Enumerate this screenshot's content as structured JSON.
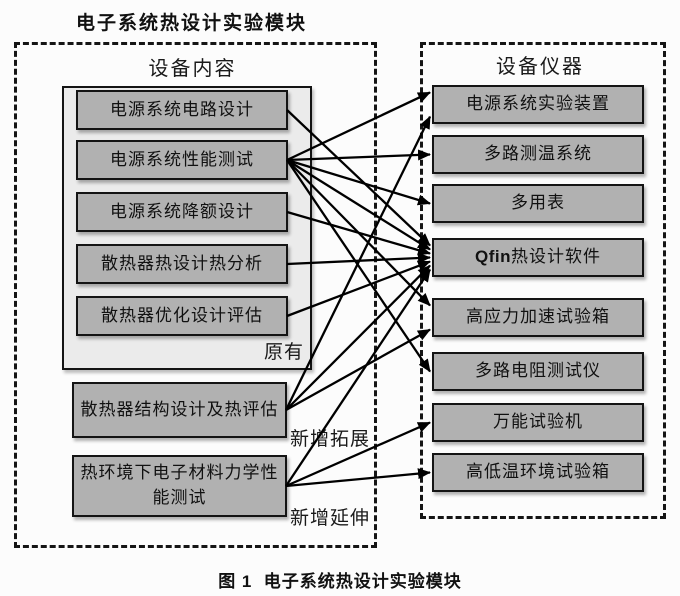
{
  "title": "电子系统热设计实验模块",
  "caption": "图 1  电子系统热设计实验模块",
  "left_panel": {
    "title": "设备内容",
    "original_group_label": "原有",
    "items": [
      {
        "id": "circuit-design",
        "label": "电源系统电路设计"
      },
      {
        "id": "performance-test",
        "label": "电源系统性能测试"
      },
      {
        "id": "derating-design",
        "label": "电源系统降额设计"
      },
      {
        "id": "thermal-analysis",
        "label": "散热器热设计热分析"
      },
      {
        "id": "optimization-eval",
        "label": "散热器优化设计评估"
      }
    ],
    "extension_item": {
      "id": "structure-design",
      "label": "散热器结构设计及热评估"
    },
    "extension_label": "新增拓展",
    "new_item": {
      "id": "material-test",
      "label": "热环境下电子材料力学性\n能测试"
    },
    "new_label": "新增延伸"
  },
  "right_panel": {
    "title": "设备仪器",
    "items": [
      {
        "id": "power-device",
        "label": "电源系统实验装置"
      },
      {
        "id": "multi-temp",
        "label": "多路测温系统"
      },
      {
        "id": "multimeter",
        "label": "多用表"
      },
      {
        "id": "qfin",
        "label_bold": "Qfin",
        "label_rest": "热设计软件"
      },
      {
        "id": "stress-chamber",
        "label": "高应力加速试验箱"
      },
      {
        "id": "resistance-tester",
        "label": "多路电阻测试仪"
      },
      {
        "id": "universal-tester",
        "label": "万能试验机"
      },
      {
        "id": "high-low-temp",
        "label": "高低温环境试验箱"
      }
    ]
  },
  "connections": [
    {
      "from": "circuit-design",
      "to": "qfin"
    },
    {
      "from": "performance-test",
      "to": "power-device"
    },
    {
      "from": "performance-test",
      "to": "multi-temp"
    },
    {
      "from": "performance-test",
      "to": "multimeter"
    },
    {
      "from": "performance-test",
      "to": "qfin"
    },
    {
      "from": "performance-test",
      "to": "stress-chamber"
    },
    {
      "from": "performance-test",
      "to": "resistance-tester"
    },
    {
      "from": "derating-design",
      "to": "qfin"
    },
    {
      "from": "thermal-analysis",
      "to": "qfin"
    },
    {
      "from": "optimization-eval",
      "to": "qfin"
    },
    {
      "from": "structure-design",
      "to": "power-device"
    },
    {
      "from": "structure-design",
      "to": "qfin"
    },
    {
      "from": "structure-design",
      "to": "stress-chamber"
    },
    {
      "from": "material-test",
      "to": "qfin"
    },
    {
      "from": "material-test",
      "to": "universal-tester"
    },
    {
      "from": "material-test",
      "to": "high-low-temp"
    }
  ],
  "colors": {
    "item_fill": "#b1b1b1",
    "group_fill": "#ebebeb",
    "border": "#141414",
    "arrow": "#000000",
    "background": "#fcfcfc"
  }
}
